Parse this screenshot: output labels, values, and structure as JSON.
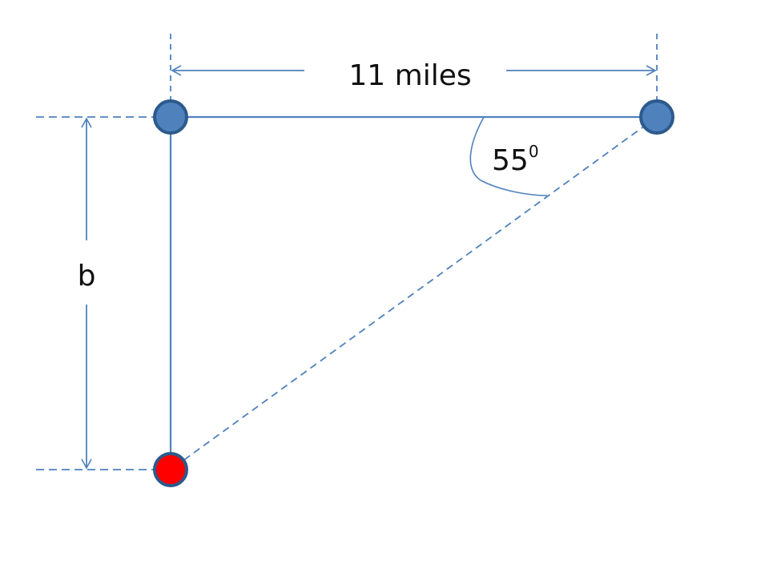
{
  "labels": {
    "top_distance": "11 miles",
    "vertical_side": "b",
    "angle_value": "55",
    "angle_superscript": "0"
  },
  "colors": {
    "line": "#4f81bd",
    "point_fill": "#4f81bd",
    "point_stroke": "#2c5a8c",
    "highlight_point": "#ff0000",
    "text": "#111111"
  }
}
